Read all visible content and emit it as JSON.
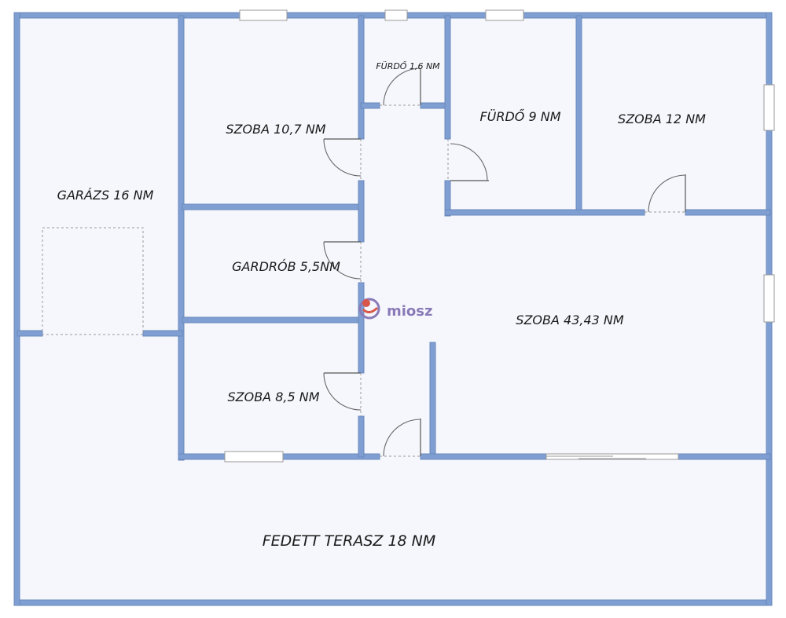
{
  "rooms": {
    "garage": "GARÁZS 16 NM",
    "room_10_7": "SZOBA 10,7 NM",
    "bath_small": "FÜRDŐ 1,6  NM",
    "bath_9": "FÜRDŐ 9 NM",
    "room_12": "SZOBA 12 NM",
    "wardrobe": "GARDRÓB 5,5NM",
    "living": "SZOBA 43,43 NM",
    "room_8_5": "SZOBA 8,5 NM",
    "terrace": "FEDETT TERASZ 18 NM"
  },
  "watermark": "miosz",
  "colors": {
    "wall": "#7f9fd2",
    "floor": "#f6f7fc",
    "label": "#1a1a1a",
    "logo": "#8a7bb8",
    "logo_accent": "#d9574a"
  }
}
